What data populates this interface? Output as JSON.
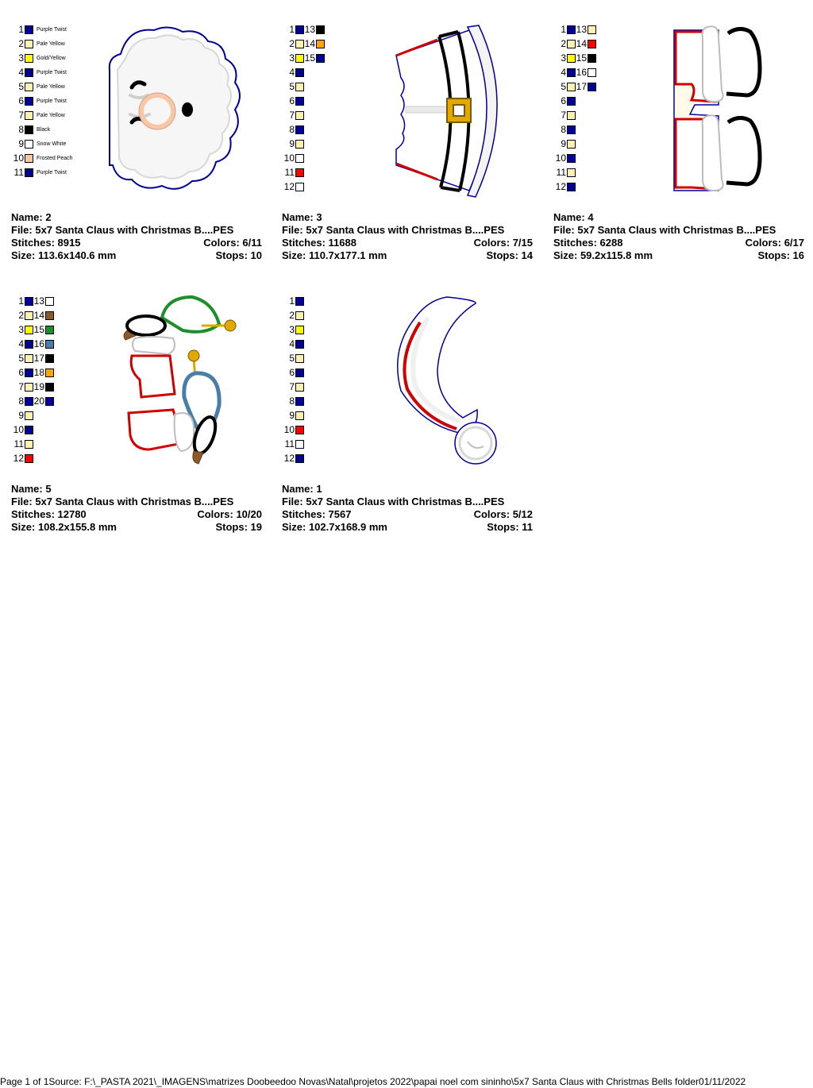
{
  "palette": {
    "navy": "#000099",
    "pale": "#fff2b0",
    "gold": "#ffff00",
    "black": "#000000",
    "white": "#ffffff",
    "peach": "#f7c7a8",
    "red": "#ff0000",
    "orange": "#ffa500",
    "brown": "#8b5a2b",
    "green": "#1a8f2a",
    "steel": "#4a7ea8"
  },
  "designs": [
    {
      "name": "Name: 2",
      "file": "File: 5x7 Santa Claus with Christmas B....PES",
      "stitches": "Stitches: 8915",
      "colors": "Colors: 6/11",
      "size": "Size: 113.6x140.6 mm",
      "stops": "Stops: 10",
      "color_list": [
        {
          "n": "1",
          "c": "navy",
          "label": "Purple Twist"
        },
        {
          "n": "2",
          "c": "pale",
          "label": "Pale Yellow"
        },
        {
          "n": "3",
          "c": "gold",
          "label": "Gold/Yellow"
        },
        {
          "n": "4",
          "c": "navy",
          "label": "Purple Twist"
        },
        {
          "n": "5",
          "c": "pale",
          "label": "Pale Yellow"
        },
        {
          "n": "6",
          "c": "navy",
          "label": "Purple Twist"
        },
        {
          "n": "7",
          "c": "pale",
          "label": "Pale Yellow"
        },
        {
          "n": "8",
          "c": "black",
          "label": "Black"
        },
        {
          "n": "9",
          "c": "white",
          "label": "Snow White"
        },
        {
          "n": "10",
          "c": "peach",
          "label": "Frosted Peach"
        },
        {
          "n": "11",
          "c": "navy",
          "label": "Purple Twist"
        }
      ],
      "color_list2": []
    },
    {
      "name": "Name: 3",
      "file": "File: 5x7 Santa Claus with Christmas B....PES",
      "stitches": "Stitches: 11688",
      "colors": "Colors: 7/15",
      "size": "Size: 110.7x177.1 mm",
      "stops": "Stops: 14",
      "color_list": [
        {
          "n": "1",
          "c": "navy"
        },
        {
          "n": "2",
          "c": "pale"
        },
        {
          "n": "3",
          "c": "gold"
        },
        {
          "n": "4",
          "c": "navy"
        },
        {
          "n": "5",
          "c": "pale"
        },
        {
          "n": "6",
          "c": "navy"
        },
        {
          "n": "7",
          "c": "pale"
        },
        {
          "n": "8",
          "c": "navy"
        },
        {
          "n": "9",
          "c": "pale"
        },
        {
          "n": "10",
          "c": "white"
        },
        {
          "n": "11",
          "c": "red"
        },
        {
          "n": "12",
          "c": "white"
        }
      ],
      "color_list2": [
        {
          "n": "13",
          "c": "black"
        },
        {
          "n": "14",
          "c": "orange"
        },
        {
          "n": "15",
          "c": "navy"
        }
      ]
    },
    {
      "name": "Name: 4",
      "file": "File: 5x7 Santa Claus with Christmas B....PES",
      "stitches": "Stitches: 6288",
      "colors": "Colors: 6/17",
      "size": "Size: 59.2x115.8 mm",
      "stops": "Stops: 16",
      "color_list": [
        {
          "n": "1",
          "c": "navy"
        },
        {
          "n": "2",
          "c": "pale"
        },
        {
          "n": "3",
          "c": "gold"
        },
        {
          "n": "4",
          "c": "navy"
        },
        {
          "n": "5",
          "c": "pale"
        },
        {
          "n": "6",
          "c": "navy"
        },
        {
          "n": "7",
          "c": "pale"
        },
        {
          "n": "8",
          "c": "navy"
        },
        {
          "n": "9",
          "c": "pale"
        },
        {
          "n": "10",
          "c": "navy"
        },
        {
          "n": "11",
          "c": "pale"
        },
        {
          "n": "12",
          "c": "navy"
        }
      ],
      "color_list2": [
        {
          "n": "13",
          "c": "pale"
        },
        {
          "n": "14",
          "c": "red"
        },
        {
          "n": "15",
          "c": "black"
        },
        {
          "n": "16",
          "c": "white"
        },
        {
          "n": "17",
          "c": "navy"
        }
      ]
    },
    {
      "name": "Name: 5",
      "file": "File: 5x7 Santa Claus with Christmas B....PES",
      "stitches": "Stitches: 12780",
      "colors": "Colors: 10/20",
      "size": "Size: 108.2x155.8 mm",
      "stops": "Stops: 19",
      "color_list": [
        {
          "n": "1",
          "c": "navy"
        },
        {
          "n": "2",
          "c": "pale"
        },
        {
          "n": "3",
          "c": "gold"
        },
        {
          "n": "4",
          "c": "navy"
        },
        {
          "n": "5",
          "c": "pale"
        },
        {
          "n": "6",
          "c": "navy"
        },
        {
          "n": "7",
          "c": "pale"
        },
        {
          "n": "8",
          "c": "navy"
        },
        {
          "n": "9",
          "c": "pale"
        },
        {
          "n": "10",
          "c": "navy"
        },
        {
          "n": "11",
          "c": "pale"
        },
        {
          "n": "12",
          "c": "red"
        }
      ],
      "color_list2": [
        {
          "n": "13",
          "c": "white"
        },
        {
          "n": "14",
          "c": "brown"
        },
        {
          "n": "15",
          "c": "green"
        },
        {
          "n": "16",
          "c": "steel"
        },
        {
          "n": "17",
          "c": "black"
        },
        {
          "n": "18",
          "c": "orange"
        },
        {
          "n": "19",
          "c": "black"
        },
        {
          "n": "20",
          "c": "navy"
        }
      ]
    },
    {
      "name": "Name: 1",
      "file": "File: 5x7 Santa Claus with Christmas B....PES",
      "stitches": "Stitches: 7567",
      "colors": "Colors: 5/12",
      "size": "Size: 102.7x168.9 mm",
      "stops": "Stops: 11",
      "color_list": [
        {
          "n": "1",
          "c": "navy"
        },
        {
          "n": "2",
          "c": "pale"
        },
        {
          "n": "3",
          "c": "gold"
        },
        {
          "n": "4",
          "c": "navy"
        },
        {
          "n": "5",
          "c": "pale"
        },
        {
          "n": "6",
          "c": "navy"
        },
        {
          "n": "7",
          "c": "pale"
        },
        {
          "n": "8",
          "c": "navy"
        },
        {
          "n": "9",
          "c": "pale"
        },
        {
          "n": "10",
          "c": "red"
        },
        {
          "n": "11",
          "c": "white"
        },
        {
          "n": "12",
          "c": "navy"
        }
      ],
      "color_list2": []
    }
  ],
  "footer": {
    "page": "Page 1 of 1",
    "source": "Source: F:\\_PASTA 2021\\_IMAGENS\\matrizes Doobeedoo Novas\\Natal\\projetos 2022\\papai noel com sininho\\5x7 Santa Claus with Christmas Bells folder",
    "date": "01/11/2022"
  }
}
